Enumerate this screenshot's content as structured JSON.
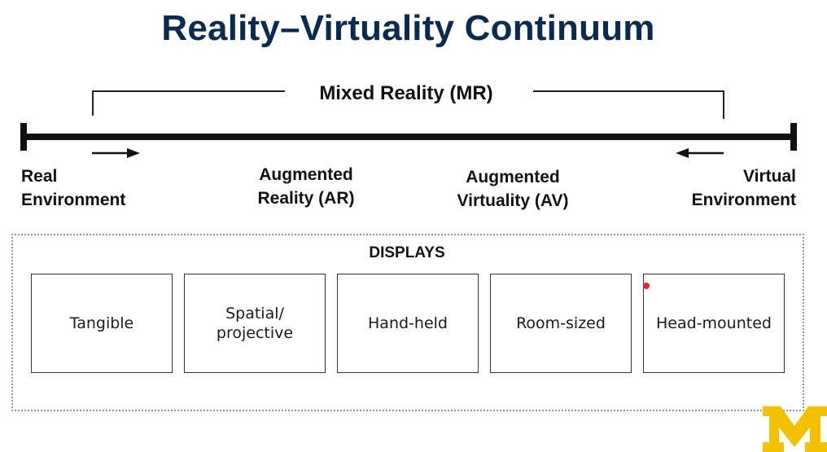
{
  "title": "Reality–Virtuality Continuum",
  "mixed_reality_label": "Mixed Reality (MR)",
  "continuum_labels": {
    "real": "Real\nEnvironment",
    "ar": "Augmented\nReality (AR)",
    "av": "Augmented\nVirtuality (AV)",
    "virtual": "Virtual\nEnvironment"
  },
  "displays": {
    "title": "DISPLAYS",
    "items": [
      {
        "label": "Tangible"
      },
      {
        "label": "Spatial/\nprojective"
      },
      {
        "label": "Hand-held"
      },
      {
        "label": "Room-sized"
      },
      {
        "label": "Head-mounted"
      }
    ]
  },
  "logo": {
    "name": "university-of-michigan-block-m-logo",
    "text": "M",
    "color": "#f2c200"
  },
  "colors": {
    "title": "#0b2b4e",
    "line": "#111111",
    "marker": "#e8243a"
  }
}
